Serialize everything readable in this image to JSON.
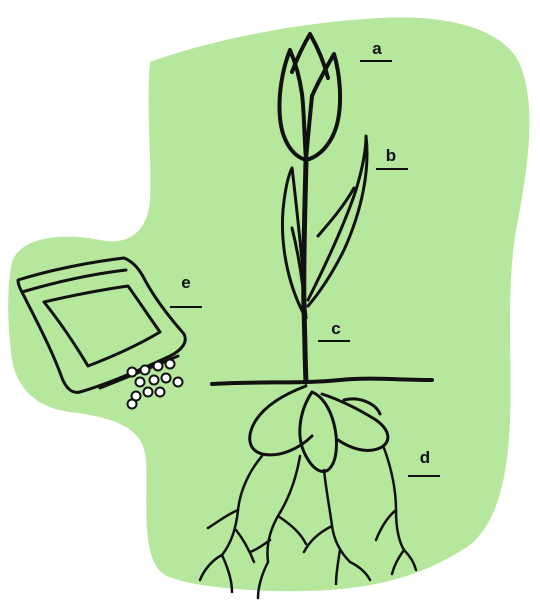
{
  "labels": {
    "a": "a",
    "b": "b",
    "c": "c",
    "d": "d",
    "e": "e"
  },
  "colors": {
    "background": "#ffffff",
    "green_blob": "#b5e89c",
    "ink": "#111111",
    "seed_fill": "#ffffff"
  }
}
